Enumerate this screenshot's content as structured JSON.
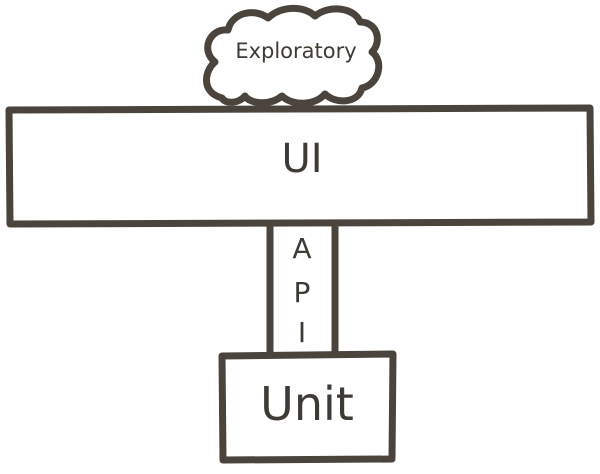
{
  "diagram": {
    "cloud_label": "Exploratory",
    "ui_label": "UI",
    "api_letters": [
      "A",
      "P",
      "I"
    ],
    "unit_label": "Unit",
    "stroke_color": "#4a443c"
  }
}
